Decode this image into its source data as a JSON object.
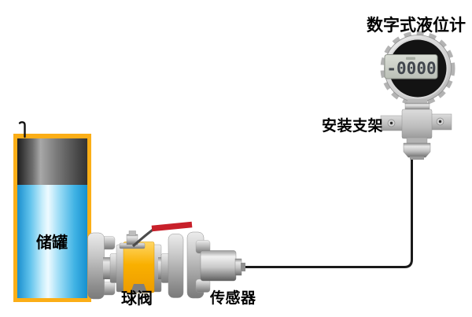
{
  "labels": {
    "gauge": "数字式液位计",
    "bracket": "安装支架",
    "tank": "储罐",
    "valve": "球阀",
    "sensor": "传感器"
  },
  "gauge": {
    "lcd_value": "-0000"
  },
  "colors": {
    "tank_border": "#FBAE17",
    "tank_liquid": "#29ABE2",
    "tank_gas": "#555555",
    "valve_body": "#F9B000",
    "valve_handle_red": "#C8202A",
    "cable": "#1A1A1A",
    "metal": "#C9C9C9",
    "lcd_background": "#CBD0C8",
    "lcd_text": "#41464D",
    "label_text": "#000000"
  }
}
